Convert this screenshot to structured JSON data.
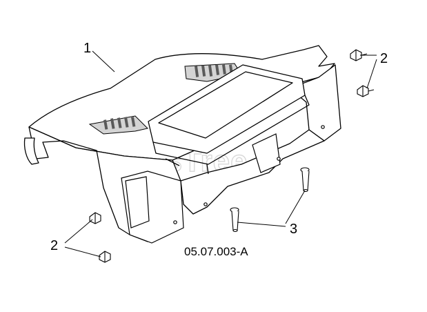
{
  "callouts": [
    {
      "id": "callout-1",
      "label": "1"
    },
    {
      "id": "callout-2-top",
      "label": "2"
    },
    {
      "id": "callout-2-bottom",
      "label": "2"
    },
    {
      "id": "callout-3",
      "label": "3"
    }
  ],
  "diagram_code": "05.07.003-A",
  "watermark": {
    "text": "PartsTree",
    "mark": "TM"
  },
  "colors": {
    "line": "#000000",
    "fill": "#ffffff",
    "shade": "#d4d4d4",
    "dark": "#5a5a5a"
  }
}
